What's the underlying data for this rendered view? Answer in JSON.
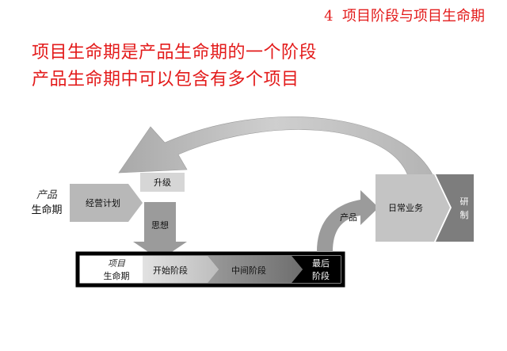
{
  "header": {
    "slide_number": "4",
    "section_title": "项目阶段与项目生命期"
  },
  "headline": {
    "line1": "项目生命期是产品生命期的一个阶段",
    "line2": "产品生命期中可以包含有多个项目"
  },
  "diagram": {
    "product_lifecycle_label": [
      "产品",
      "生命期"
    ],
    "business_plan": "经营计划",
    "upgrade": "升级",
    "idea": "思想",
    "project_lifecycle_label": [
      "项目",
      "生命期"
    ],
    "phases": [
      "开始阶段",
      "中间阶段",
      "最后",
      "阶段"
    ],
    "product": "产品",
    "daily_operations": "日常业务",
    "rd": [
      "研",
      "制"
    ]
  }
}
